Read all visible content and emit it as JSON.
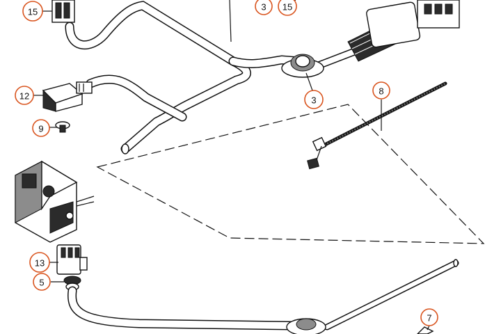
{
  "callouts": {
    "c15a": "15",
    "c3a": "3",
    "c15b": "15",
    "c3b": "3",
    "c12": "12",
    "c9": "9",
    "c8": "8",
    "c13": "13",
    "c5": "5",
    "c7": "7"
  },
  "colors": {
    "callout_ring": "#d9541e",
    "line": "#111111"
  }
}
